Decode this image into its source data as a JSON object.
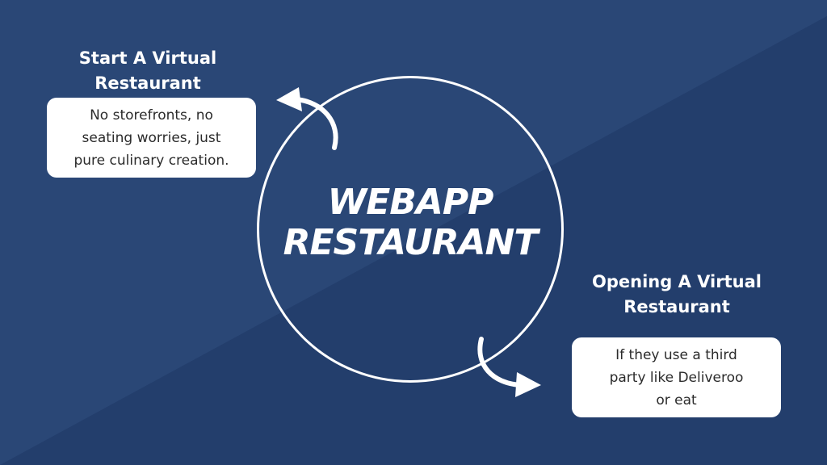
{
  "center": {
    "line1": "WEBAPP",
    "line2": "RESTAURANT"
  },
  "nodes": [
    {
      "heading_line1": "Start A Virtual",
      "heading_line2": "Restaurant",
      "desc_line1": "No storefronts, no",
      "desc_line2": "seating worries, just",
      "desc_line3": "pure culinary creation."
    },
    {
      "heading_line1": "Opening A Virtual",
      "heading_line2": "Restaurant",
      "desc_line1": "If they use a third",
      "desc_line2": "party like Deliveroo",
      "desc_line3": "or eat"
    }
  ],
  "colors": {
    "background": "#233e6c",
    "background_light": "#2a4776",
    "foreground": "#ffffff",
    "box_text": "#2b2b2b"
  }
}
